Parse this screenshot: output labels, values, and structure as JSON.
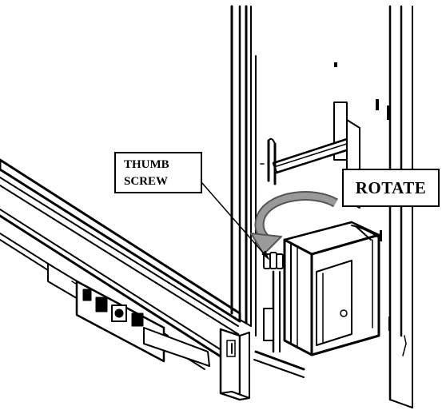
{
  "callouts": {
    "thumb_screw": {
      "line1": "THUMB",
      "line2": "SCREW"
    },
    "rotate": {
      "label": "ROTATE"
    }
  },
  "colors": {
    "ink": "#000000",
    "paper": "#ffffff",
    "shade": "#9a9a9a"
  },
  "icons": {
    "rotate_arrow": "curved-arrow-icon"
  }
}
